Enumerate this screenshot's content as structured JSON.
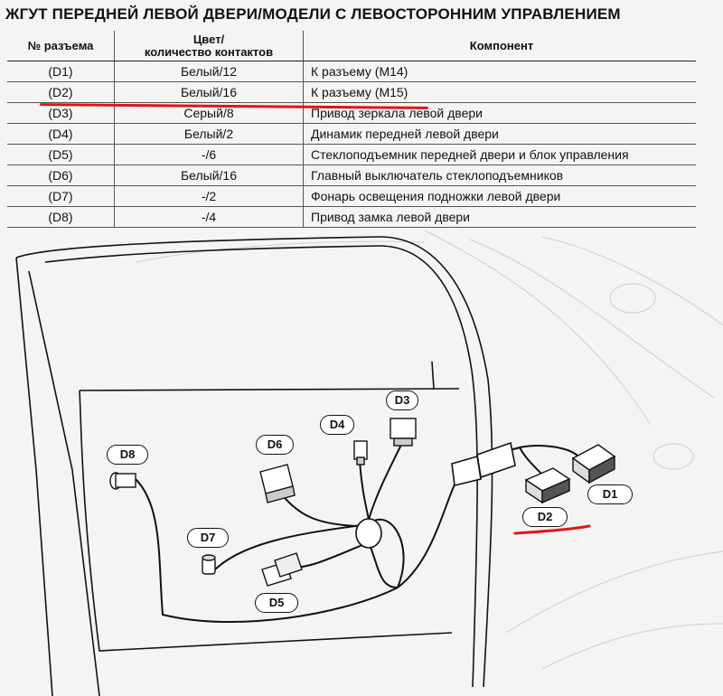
{
  "title": "ЖГУТ ПЕРЕДНЕЙ ЛЕВОЙ ДВЕРИ/МОДЕЛИ С ЛЕВОСТОРОННИМ УПРАВЛЕНИЕМ",
  "table": {
    "headers": {
      "connector": "№ разъема",
      "color_line1": "Цвет/",
      "color_line2": "количество контактов",
      "component": "Компонент"
    },
    "rows": [
      {
        "id": "(D1)",
        "color": "Белый/12",
        "component": "К разъему (M14)"
      },
      {
        "id": "(D2)",
        "color": "Белый/16",
        "component": "К разъему (M15)"
      },
      {
        "id": "(D3)",
        "color": "Серый/8",
        "component": "Привод зеркала левой двери"
      },
      {
        "id": "(D4)",
        "color": "Белый/2",
        "component": "Динамик передней левой двери"
      },
      {
        "id": "(D5)",
        "color": "-/6",
        "component": "Стеклоподъемник передней двери и блок управления"
      },
      {
        "id": "(D6)",
        "color": "Белый/16",
        "component": "Главный выключатель стеклоподъемников"
      },
      {
        "id": "(D7)",
        "color": "-/2",
        "component": "Фонарь освещения подножки левой двери"
      },
      {
        "id": "(D8)",
        "color": "-/4",
        "component": "Привод замка левой двери"
      }
    ]
  },
  "diagram_labels": {
    "D1": "D1",
    "D2": "D2",
    "D3": "D3",
    "D4": "D4",
    "D5": "D5",
    "D6": "D6",
    "D7": "D7",
    "D8": "D8"
  },
  "colors": {
    "highlight": "#e0141b",
    "ink": "#111111"
  }
}
